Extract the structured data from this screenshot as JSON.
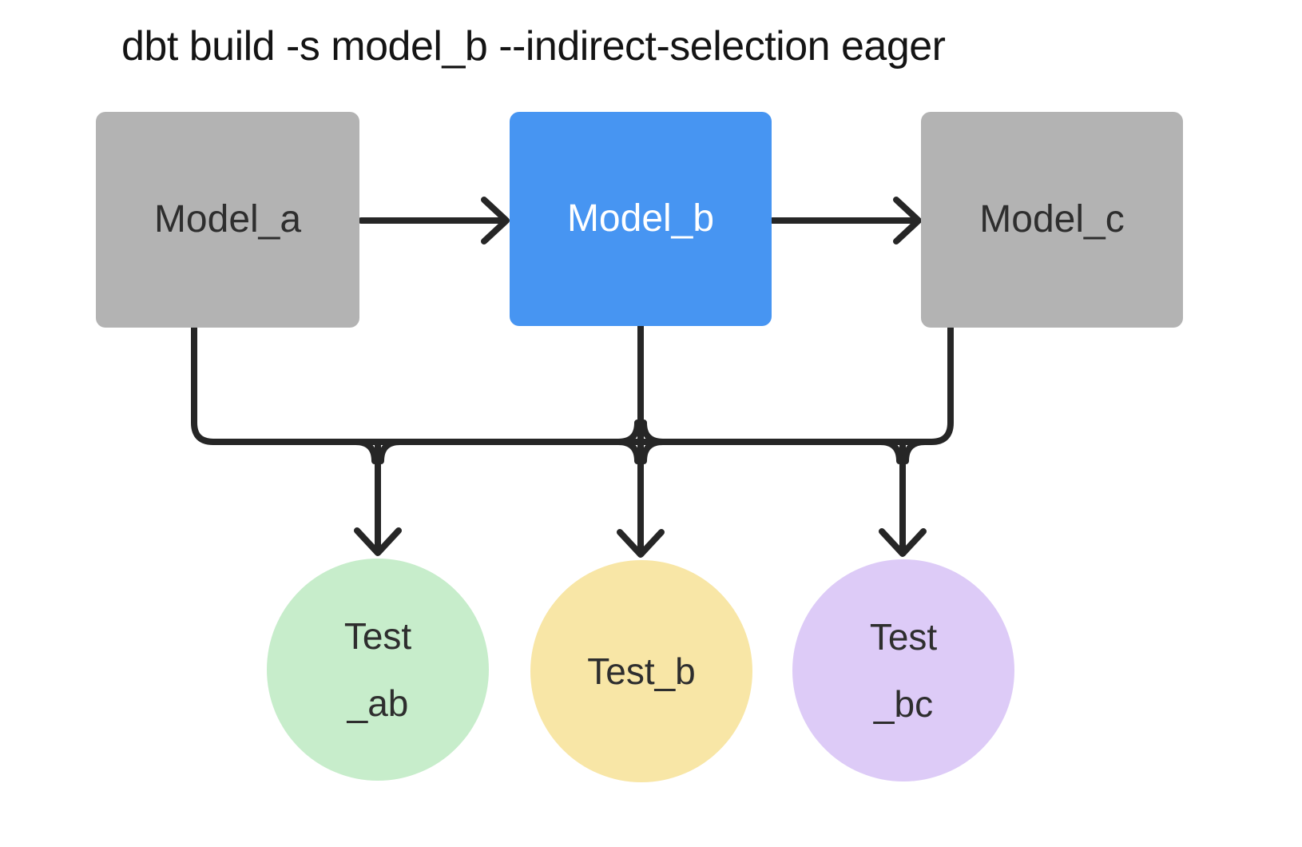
{
  "title": "dbt build -s model_b --indirect-selection eager",
  "nodes": {
    "model_a": {
      "label": "Model_a",
      "kind": "model",
      "selected": false
    },
    "model_b": {
      "label": "Model_b",
      "kind": "model",
      "selected": true
    },
    "model_c": {
      "label": "Model_c",
      "kind": "model",
      "selected": false
    },
    "test_ab": {
      "label": "Test _ab",
      "line1": "Test",
      "line2": "_ab",
      "kind": "test"
    },
    "test_b": {
      "label": "Test_b",
      "line1": "Test_b",
      "kind": "test"
    },
    "test_bc": {
      "label": "Test _bc",
      "line1": "Test",
      "line2": "_bc",
      "kind": "test"
    }
  },
  "edges": {
    "horizontal": [
      {
        "from": "model_a",
        "to": "model_b"
      },
      {
        "from": "model_b",
        "to": "model_c"
      }
    ],
    "fanout": {
      "sources": [
        "model_a",
        "model_b",
        "model_c"
      ],
      "targets": [
        "test_ab",
        "test_b",
        "test_bc"
      ]
    }
  },
  "colors": {
    "background": "#ffffff",
    "model_gray": "#b3b3b3",
    "model_blue": "#4795f2",
    "test_green": "#c7edcb",
    "test_yellow": "#f8e6a6",
    "test_purple": "#ddcbf7",
    "stroke": "#262626",
    "text_dark": "#2e2e2e",
    "text_light": "#ffffff",
    "title_color": "#141414"
  }
}
